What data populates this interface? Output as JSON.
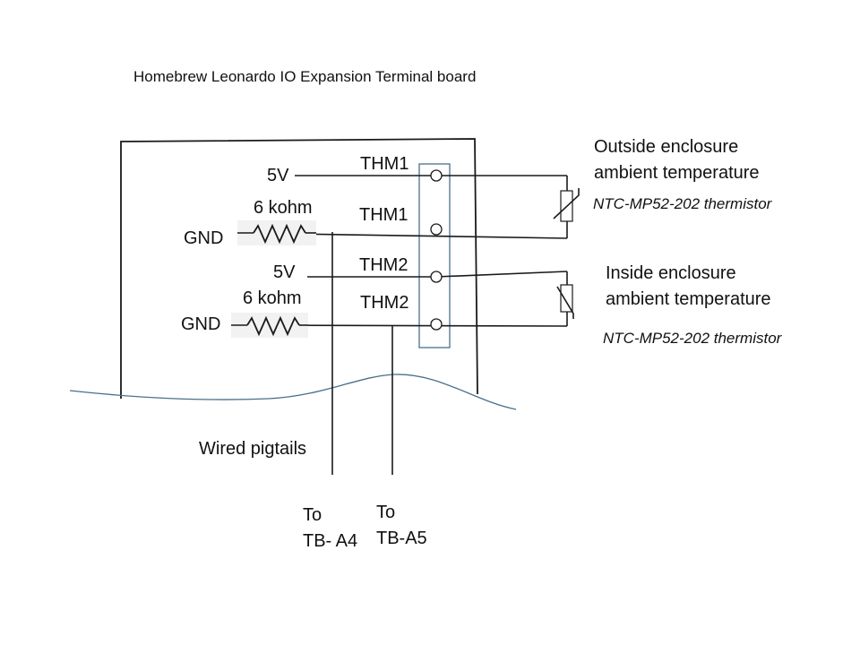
{
  "title": "Homebrew  Leonardo  IO  Expansion  Terminal  board",
  "colors": {
    "ink": "#1a1a1a",
    "strip": "#4a6f8a",
    "wave": "#4a6f8a"
  },
  "left_labels": {
    "v1": "5V",
    "r1": "6 kohm",
    "gnd1": "GND",
    "v2": "5V",
    "r2": "6 kohm",
    "gnd2": "GND"
  },
  "terminals": [
    "THM1",
    "THM1",
    "THM2",
    "THM2"
  ],
  "outside": {
    "line1": "Outside enclosure",
    "line2": "ambient temperature",
    "part": "NTC-MP52-202 thermistor"
  },
  "inside": {
    "line1": "Inside enclosure",
    "line2": "ambient temperature",
    "part": "NTC-MP52-202 thermistor"
  },
  "pigtails": "Wired pigtails",
  "to_a4": {
    "line1": "To",
    "line2": "TB- A4"
  },
  "to_a5": {
    "line1": "To",
    "line2": "TB-A5"
  }
}
